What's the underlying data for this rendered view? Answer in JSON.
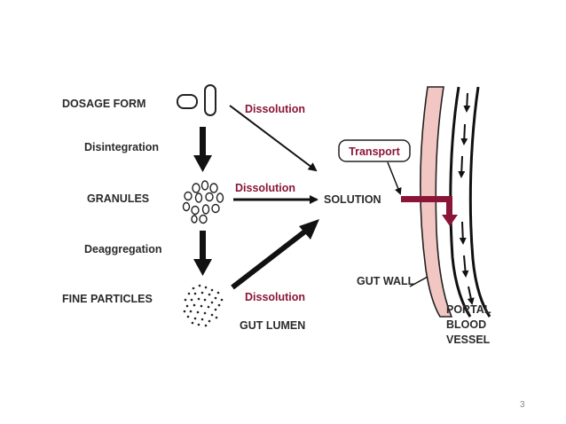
{
  "diagram": {
    "labels": {
      "dosage_form": "DOSAGE FORM",
      "disintegration": "Disintegration",
      "granules": "GRANULES",
      "deaggregation": "Deaggregation",
      "fine_particles": "FINE PARTICLES",
      "dissolution_top": "Dissolution",
      "dissolution_mid": "Dissolution",
      "dissolution_bottom": "Dissolution",
      "solution": "SOLUTION",
      "transport": "Transport",
      "gut_wall": "GUT WALL",
      "gut_lumen": "GUT LUMEN",
      "portal_line1": "PORTAL",
      "portal_line2": "BLOOD",
      "portal_line3": "VESSEL"
    },
    "colors": {
      "accent": "#8b1538",
      "gut_wall_fill": "#f2c6c2",
      "text": "#2a2a2a"
    }
  },
  "page_number": "3"
}
